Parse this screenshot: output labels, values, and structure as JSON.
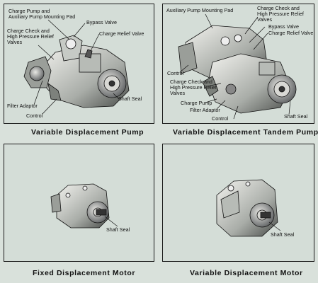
{
  "panels": [
    {
      "caption": "Variable Displacement Pump",
      "labels": {
        "charge_pump_mounting_pad": "Charge Pump and\nAuxiliary Pump Mounting Pad",
        "bypass_valve": "Bypass Valve",
        "charge_check_valves": "Charge Check and\nHigh Pressure Relief\nValves",
        "charge_relief_valve": "Charge Relief Valve",
        "filter_adaptor": "Filter Adaptor",
        "shaft_seal": "Shaft Seal",
        "control": "Control"
      }
    },
    {
      "caption": "Variable Displacement Tandem Pump",
      "labels": {
        "auxiliary_pump_mounting_pad": "Auxiliary Pump Mounting Pad",
        "charge_check_valves_top": "Charge Check and\nHigh Pressure Relief\nValves",
        "bypass_valve": "Bypass Valve",
        "charge_relief_valve": "Charge Relief Valve",
        "control_top": "Control",
        "charge_check_valves_bottom": "Charge Check and\nHigh Pressure Relief\nValves",
        "charge_pump": "Charge Pump",
        "filter_adaptor": "Filter Adaptor",
        "control_bottom": "Control",
        "shaft_seal": "Shaft Seal"
      }
    },
    {
      "caption": "Fixed Displacement Motor",
      "labels": {
        "shaft_seal": "Shaft Seal"
      }
    },
    {
      "caption": "Variable Displacement Motor",
      "labels": {
        "shaft_seal": "Shaft Seal"
      }
    }
  ],
  "colors": {
    "background": "#d9e1db",
    "panel": "#d4ddd7",
    "ink": "#111111"
  }
}
